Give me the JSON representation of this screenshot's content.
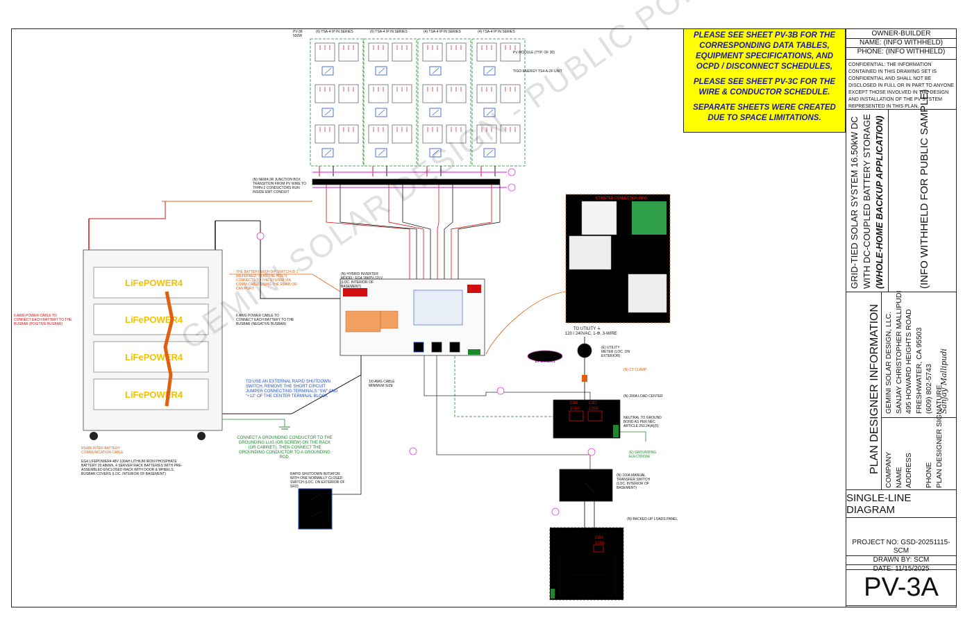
{
  "notes": {
    "line1": "PLEASE SEE SHEET PV-3B FOR THE CORRESPONDING DATA TABLES, EQUIPMENT SPECIFICATIONS, AND OCPD / DISCONNECT SCHEDULES,",
    "line2": "PLEASE SEE SHEET PV-3C FOR THE WIRE & CONDUCTOR SCHEDULE.",
    "line3": "SEPARATE SHEETS WERE CREATED DUE TO SPACE LIMITATIONS."
  },
  "owner": {
    "title": "OWNER-BUILDER",
    "name": "NAME: (INFO WITHHELD)",
    "phone": "PHONE: (INFO WITHHELD)"
  },
  "confidential": "CONFIDENTIAL: THE INFORMATION CONTAINED IN THIS DRAWING SET IS CONFIDENTIAL AND SHALL NOT BE DISCLOSED IN FULL OR IN PART TO ANYONE EXCEPT THOSE INVOLVED IN THE DESIGN AND INSTALLATION OF THE PV SYSTEM REPRESENTED IN THIS PLAN.",
  "project": {
    "line1": "GRID-TIED SOLAR SYSTEM 16.50kW DC",
    "line2": "WITH DC-COUPLED BATTERY STORAGE",
    "line3": "(WHOLE-HOME BACKUP APPLICATION)",
    "address": "(INFO WITHHELD FOR PUBLIC SAMPLE)"
  },
  "designer": {
    "heading": "PLAN DESIGNER INFORMATION",
    "rows": [
      {
        "label": "COMPANY",
        "value": "GEMINI SOLAR DESIGN, LLC."
      },
      {
        "label": "NAME",
        "value": "SANJAY CHRISTOPHER MALLIPUDI"
      },
      {
        "label": "ADDRESS",
        "value": "495 HOWARD HEIGHTS ROAD"
      },
      {
        "label": "",
        "value": "FRESHWATER, CA 95503"
      },
      {
        "label": "PHONE",
        "value": "(609) 802-5743"
      },
      {
        "label": "PLAN DESIGNER SIGNATURE",
        "value": ""
      }
    ],
    "signature": "Sanjay Mallipudi"
  },
  "sheet_title": "SINGLE-LINE DIAGRAM",
  "project_no": "PROJECT NO: GSD-20251115-SCM",
  "drawn_by": "DRAWN BY: SCM",
  "date": "DATE: 11/15/2025",
  "sheet_no": "PV-3A",
  "watermark": "GEMINI SOLAR DESIGN - PUBLIC PORTFOLIO SAMPLE",
  "labels": {
    "pv_module": "PV-38",
    "pv_watt": "550W",
    "string1": "(6) TSA-4 IP IN SERIES",
    "string2": "(6) TSA-4 IP IN SERIES",
    "string3": "(4) TSA-4 IP IN SERIES",
    "string4": "(4) TSA-4 IP IN SERIES",
    "module_note": "PV MODULE (TYP. OF 30)",
    "tigo_note": "TIGO ENERGY TS4-A-2F UNIT",
    "junction": "(N) NEMA 3R JUNCTION BOX TRANSITION FROM PV WIRE TO THHN-2 CONDUCTORS RUN INSIDE EMT CONDUIT",
    "battery_dip": "THE BATTERY WITH DIP SWITCH ID 1 (REFERRED TO AS THE HOST) CONNECTS TO THE SYSTEM VIA COMM CABLE USING THE RS485 OR CAN PORT",
    "pos_cable": "6 AWG POWER CABLE TO CONNECT EACH BATTERY TO THE BUSBAR (POSITIVE BUSBAR)",
    "neg_cable": "6 AWG POWER CABLE TO CONNECT EACH BATTERY TO THE BUSBAR (NEGATIVE BUSBAR)",
    "rs485": "RS485 INTER-BATTERY COMMUNICATION CABLE",
    "battery_desc": "EG4 LIFEPOWER4 48V 100AH LITHIUM IRON PHOSPHATE BATTERY 20.48kWh, 4 SERVER RACK BATTERIES WITH PRE-ASSEMBLED ENCLOSED RACK WITH DOOR & WHEELS, BUSBAR COVERS (LOC. INTERIOR OF BASEMENT)",
    "rapid_shutdown_note": "TO USE AN EXTERNAL RAPID SHUTDOWN SWITCH, REMOVE THE SHORT CIRCUIT JUMPER CONNECTING TERMINALS \"SW\" AND \"+12\" OF THE CENTER TERMINAL BLOCK",
    "ground_note": "CONNECT A GROUNDING CONDUCTOR TO THE GROUNDING LUG (OR SCREW) ON THE RACK (OR CABINET), THEN CONNECT THE GROUNDING CONDUCTOR TO A GROUNDING ROD.",
    "rsd_initiator": "RAPID SHUTDOWN INITIATOR WITH ONE NORMALLY CLOSED SWITCH (LOC. ON EXTERIOR OF SFD)",
    "inverter": "(N) HYBRID INVERTER MODEL: EG4 18KPV-12LV (LOC. INTERIOR OF BASEMENT)",
    "cable_size": "1/0 AWG CABLE MINIMUM SIZE",
    "ct_meter": "CT/METER CONNECTION INFO",
    "to_utility": "TO UTILITY ⏚",
    "utility_spec": "120 / 240VAC, 1-Φ, 3-WIRE",
    "utility_meter": "(E) UTILITY METER (LOC. ON EXTERIOR)",
    "feeders": "(E) 200A FEEDERS DONE BY OTHERS",
    "ct_clamp": "(N) CT CLAMP",
    "load_center": "(N) 200A LOAD CENTER",
    "cb1": "CB1",
    "cb1_a": "100A",
    "cb2": "CB2",
    "cb2_a": "100A",
    "cb3": "CB3",
    "cb3_a": "100A",
    "neutral_bond": "NEUTRAL TO GROUND BOND AS PER NEC ARTICLE 250.24(A)(5)",
    "ground_electrode": "(E) GROUNDING ELECTRODE",
    "transfer_switch": "(N) 100A MANUAL TRANSFER SWITCH (LOC. INTERIOR OF BASEMENT)",
    "backup_panel": "(N) BACKED-UP LOADS PANEL",
    "loads": "LOADS",
    "battery_brand": "LiFePOWER4"
  }
}
